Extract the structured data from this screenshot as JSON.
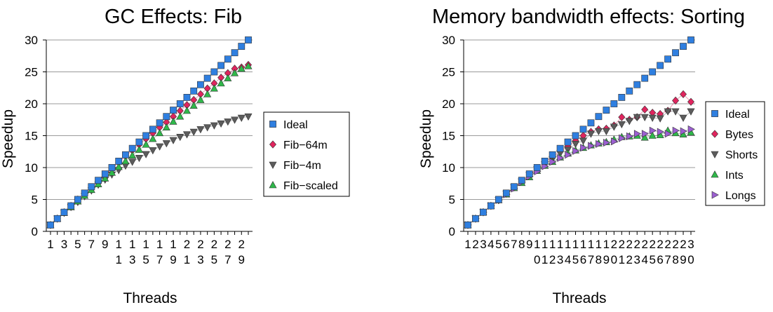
{
  "chart_data": [
    {
      "type": "scatter",
      "title": "GC Effects: Fib",
      "xlabel": "Threads",
      "ylabel": "Speedup",
      "ylim": [
        0,
        30
      ],
      "yticks": [
        0,
        5,
        10,
        15,
        20,
        25,
        30
      ],
      "x": [
        1,
        2,
        3,
        4,
        5,
        6,
        7,
        8,
        9,
        10,
        11,
        12,
        13,
        14,
        15,
        16,
        17,
        18,
        19,
        20,
        21,
        22,
        23,
        24,
        25,
        26,
        27,
        28,
        29,
        30
      ],
      "xtick_labels": [
        "1",
        "3",
        "5",
        "7",
        "9",
        "1 1",
        "1 3",
        "1 5",
        "1 7",
        "1 9",
        "2 1",
        "2 3",
        "2 5",
        "2 7",
        "2 9"
      ],
      "grid": true,
      "legend_position": "right",
      "series": [
        {
          "name": "Ideal",
          "marker": "square",
          "color": "#2f7fe0",
          "values": [
            1,
            2,
            3,
            4,
            5,
            6,
            7,
            8,
            9,
            10,
            11,
            12,
            13,
            14,
            15,
            16,
            17,
            18,
            19,
            20,
            21,
            22,
            23,
            24,
            25,
            26,
            27,
            28,
            29,
            30
          ]
        },
        {
          "name": "Fib−64m",
          "marker": "diamond",
          "color": "#e0245e",
          "values": [
            1,
            2,
            3,
            4,
            5,
            5.9,
            6.9,
            7.8,
            8.8,
            9.8,
            10.8,
            11.8,
            12.7,
            13.6,
            14.5,
            15.4,
            16.3,
            17.1,
            18,
            18.9,
            19.8,
            20.6,
            21.5,
            22.4,
            23.2,
            24.1,
            24.8,
            25.5,
            25.7,
            26.1
          ]
        },
        {
          "name": "Fib−4m",
          "marker": "triangle-down",
          "color": "#5c5c5c",
          "values": [
            1,
            2,
            2.9,
            3.8,
            4.6,
            5.5,
            6.4,
            7.3,
            8.1,
            8.9,
            9.6,
            10.3,
            10.9,
            11.5,
            12.1,
            12.7,
            13.3,
            13.8,
            14.3,
            14.8,
            15.2,
            15.6,
            16,
            16.3,
            16.6,
            16.9,
            17.2,
            17.5,
            17.8,
            18
          ]
        },
        {
          "name": "Fib−scaled",
          "marker": "triangle-up",
          "color": "#2fb84a",
          "values": [
            1,
            2,
            2.9,
            3.8,
            4.7,
            5.6,
            6.5,
            7.4,
            8.3,
            9.2,
            10.1,
            11,
            11.9,
            12.8,
            13.6,
            14.5,
            15.4,
            16.3,
            17.2,
            18,
            18.9,
            19.7,
            20.6,
            21.5,
            22.4,
            23.2,
            24,
            24.8,
            25.5,
            25.9
          ]
        }
      ]
    },
    {
      "type": "scatter",
      "title": "Memory bandwidth effects: Sorting",
      "xlabel": "Threads",
      "ylabel": "Speedup",
      "ylim": [
        0,
        30
      ],
      "yticks": [
        0,
        5,
        10,
        15,
        20,
        25,
        30
      ],
      "x": [
        1,
        2,
        3,
        4,
        5,
        6,
        7,
        8,
        9,
        10,
        11,
        12,
        13,
        14,
        15,
        16,
        17,
        18,
        19,
        20,
        21,
        22,
        23,
        24,
        25,
        26,
        27,
        28,
        29,
        30
      ],
      "xtick_labels_top": [
        "1",
        "2",
        "3",
        "4",
        "5",
        "6",
        "7",
        "8",
        "9",
        "1",
        "1",
        "1",
        "1",
        "1",
        "1",
        "1",
        "1",
        "1",
        "1",
        "2",
        "2",
        "2",
        "2",
        "2",
        "2",
        "2",
        "2",
        "2",
        "2",
        "3"
      ],
      "xtick_labels_bottom": [
        "",
        "",
        "",
        "",
        "",
        "",
        "",
        "",
        "",
        "0",
        "1",
        "2",
        "3",
        "4",
        "5",
        "6",
        "7",
        "8",
        "9",
        "0",
        "1",
        "2",
        "3",
        "4",
        "5",
        "6",
        "7",
        "8",
        "9",
        "0"
      ],
      "grid": true,
      "legend_position": "right",
      "series": [
        {
          "name": "Ideal",
          "marker": "square",
          "color": "#2f7fe0",
          "values": [
            1,
            2,
            3,
            4,
            5,
            6,
            7,
            8,
            9,
            10,
            11,
            12,
            13,
            14,
            15,
            16,
            17,
            18,
            19,
            20,
            21,
            22,
            23,
            24,
            25,
            26,
            27,
            28,
            29,
            30
          ]
        },
        {
          "name": "Bytes",
          "marker": "diamond",
          "color": "#e0245e",
          "values": [
            1,
            2,
            3,
            4,
            4.9,
            5.9,
            6.9,
            7.9,
            8.9,
            9.8,
            10.8,
            11.7,
            12.5,
            13.3,
            14.2,
            15,
            15.6,
            16,
            16.1,
            16.6,
            17.9,
            17.5,
            17.9,
            19.1,
            18.6,
            18.4,
            18.9,
            20.5,
            21.5,
            20.3
          ]
        },
        {
          "name": "Shorts",
          "marker": "triangle-down",
          "color": "#5c5c5c",
          "values": [
            1,
            2,
            3,
            4,
            4.9,
            5.9,
            6.9,
            7.8,
            8.8,
            9.7,
            10.5,
            11.3,
            12.2,
            12.8,
            13.7,
            14.2,
            15.3,
            15.7,
            15.7,
            16.4,
            16.8,
            17.3,
            17.9,
            17.9,
            17.8,
            17.7,
            18.8,
            18.8,
            17.8,
            18.8
          ]
        },
        {
          "name": "Ints",
          "marker": "triangle-up",
          "color": "#2fb84a",
          "values": [
            1,
            2,
            3,
            4,
            4.9,
            5.8,
            6.8,
            7.6,
            8.5,
            9.5,
            10.3,
            10.9,
            11.6,
            12.2,
            12.7,
            13.1,
            13.5,
            13.8,
            14,
            14.4,
            14.8,
            14.9,
            15,
            14.7,
            15,
            15.1,
            15.8,
            15.4,
            15.2,
            15.5
          ]
        },
        {
          "name": "Longs",
          "marker": "triangle-right",
          "color": "#9b5fd0",
          "values": [
            1,
            2,
            3,
            4,
            4.9,
            5.8,
            6.7,
            7.7,
            8.6,
            9.4,
            10.2,
            10.9,
            11.5,
            12,
            12.6,
            13.1,
            13.4,
            13.7,
            13.9,
            14.1,
            14.6,
            14.9,
            15.3,
            15.3,
            15.8,
            15.6,
            15.3,
            15.8,
            15.7,
            16
          ]
        }
      ]
    }
  ]
}
